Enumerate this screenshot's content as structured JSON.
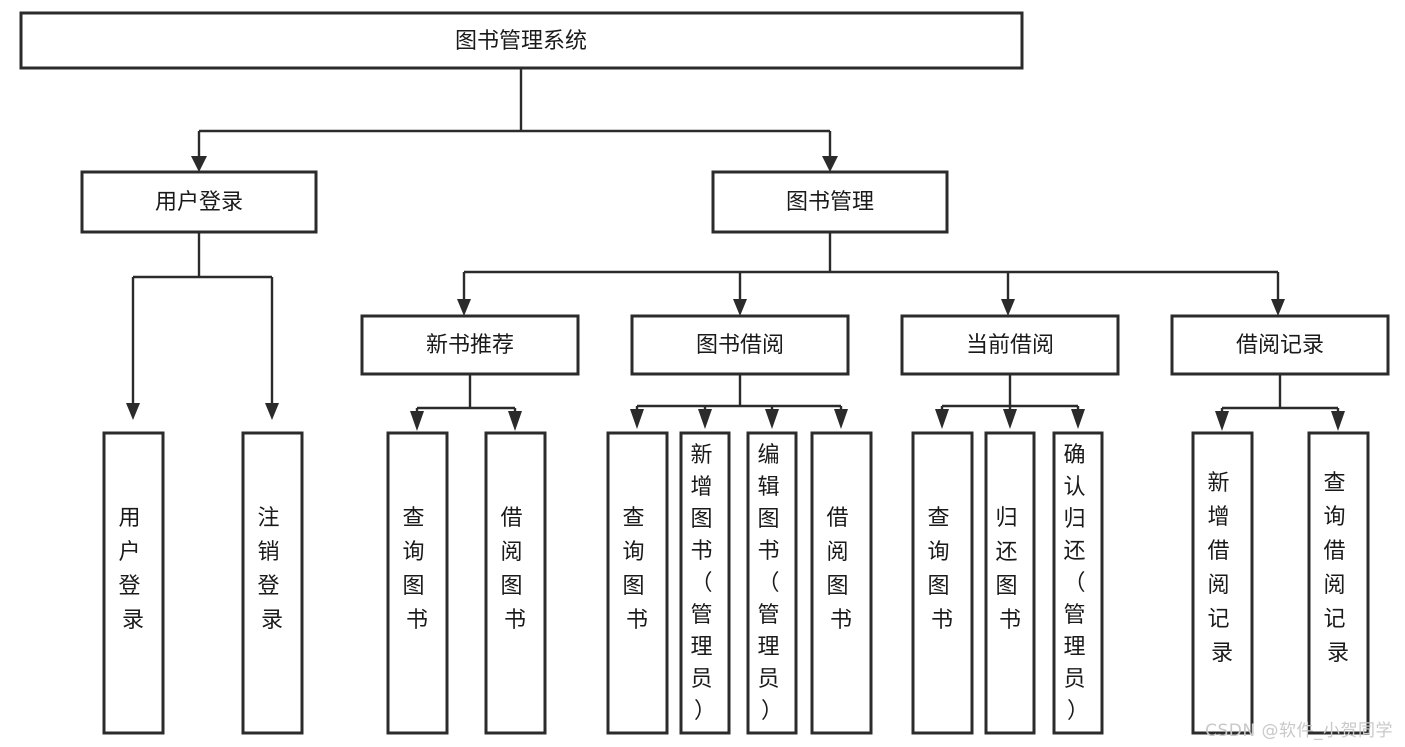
{
  "diagram": {
    "type": "tree",
    "title": "图书管理系统",
    "watermark": "CSDN @软件_小贺同学",
    "colors": {
      "box_stroke": "#2b2b2b",
      "box_fill": "#ffffff",
      "text": "#1a1a1a",
      "connector": "#2b2b2b",
      "watermark": "#c9c9c9",
      "background": "#ffffff"
    },
    "levels": {
      "root": {
        "label": "图书管理系统"
      },
      "level2": [
        {
          "label": "用户登录"
        },
        {
          "label": "图书管理"
        }
      ],
      "level3": [
        {
          "label": "新书推荐"
        },
        {
          "label": "图书借阅"
        },
        {
          "label": "当前借阅"
        },
        {
          "label": "借阅记录"
        }
      ],
      "leaves": [
        {
          "label": "用户登录",
          "parent": "用户登录"
        },
        {
          "label": "注销登录",
          "parent": "用户登录"
        },
        {
          "label": "查询图书",
          "parent": "新书推荐"
        },
        {
          "label": "借阅图书",
          "parent": "新书推荐"
        },
        {
          "label": "查询图书",
          "parent": "图书借阅"
        },
        {
          "label": "新增图书（管理员）",
          "parent": "图书借阅"
        },
        {
          "label": "编辑图书（管理员）",
          "parent": "图书借阅"
        },
        {
          "label": "借阅图书",
          "parent": "图书借阅"
        },
        {
          "label": "查询图书",
          "parent": "当前借阅"
        },
        {
          "label": "归还图书",
          "parent": "当前借阅"
        },
        {
          "label": "确认归还（管理员）",
          "parent": "当前借阅"
        },
        {
          "label": "新增借阅记录",
          "parent": "借阅记录"
        },
        {
          "label": "查询借阅记录",
          "parent": "借阅记录"
        }
      ]
    },
    "nodes": {
      "root": "图书管理系统",
      "n_user_login": "用户登录",
      "n_book_manage": "图书管理",
      "n_new_book_rec": "新书推荐",
      "n_book_borrow": "图书借阅",
      "n_current_borrow": "当前借阅",
      "n_borrow_record": "借阅记录",
      "l_user_login": "用户登录",
      "l_logout": "注销登录",
      "l_query_book_a": "查询图书",
      "l_borrow_book_a": "借阅图书",
      "l_query_book_b": "查询图书",
      "l_add_book": "新增图书（管理员）",
      "l_edit_book": "编辑图书（管理员）",
      "l_borrow_book_b": "借阅图书",
      "l_query_book_c": "查询图书",
      "l_return_book": "归还图书",
      "l_confirm_return": "确认归还（管理员）",
      "l_add_record": "新增借阅记录",
      "l_query_record": "查询借阅记录"
    }
  }
}
